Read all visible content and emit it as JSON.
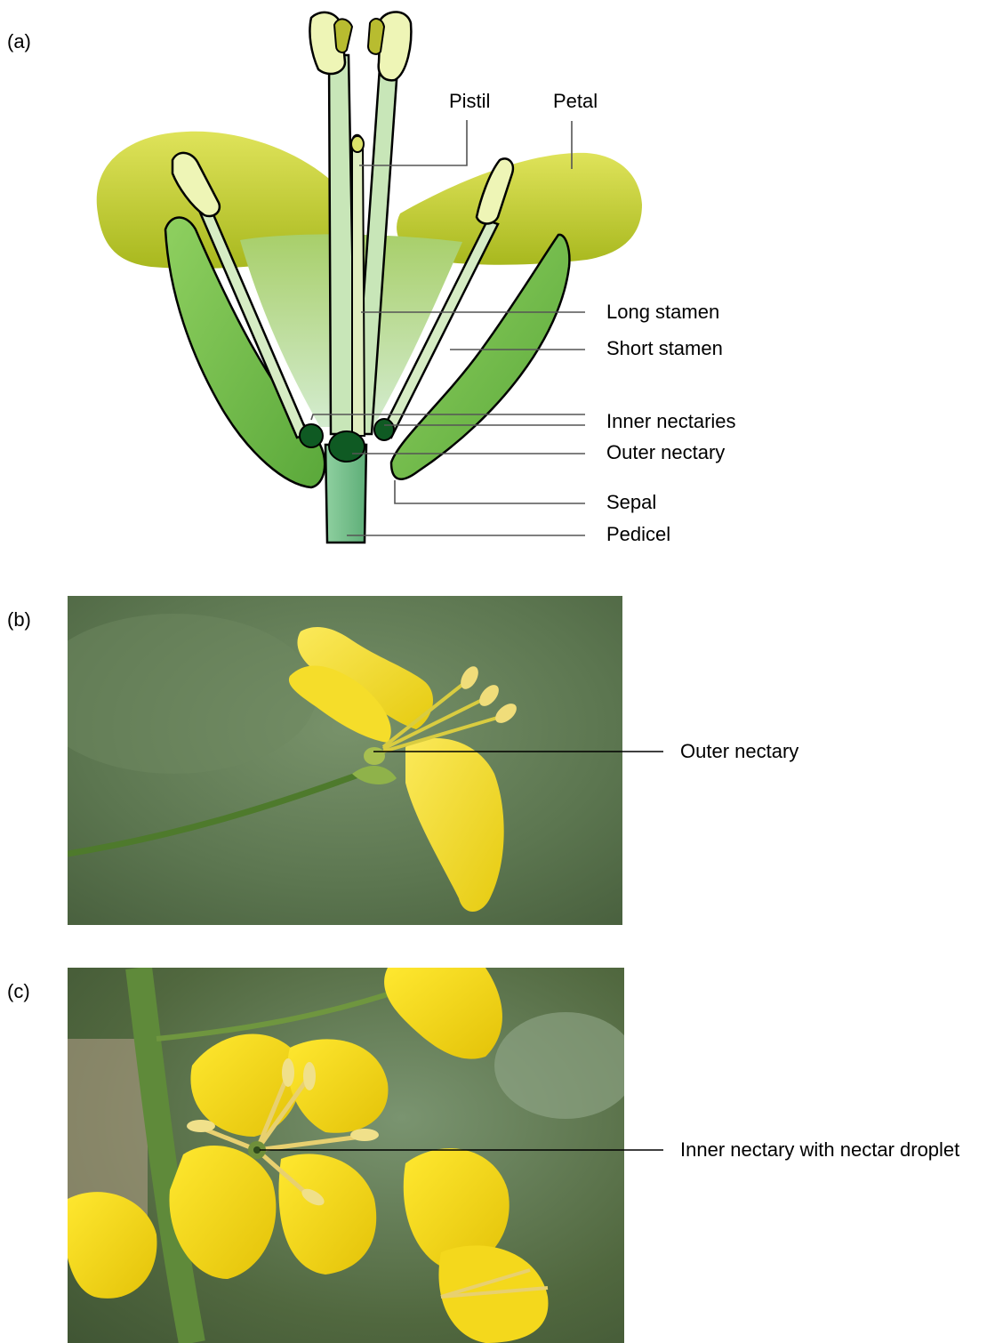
{
  "panels": {
    "a": {
      "label": "(a)",
      "callouts": {
        "pistil": "Pistil",
        "petal": "Petal",
        "long_stamen": "Long stamen",
        "short_stamen": "Short stamen",
        "inner_nectaries": "Inner nectaries",
        "outer_nectary": "Outer nectary",
        "sepal": "Sepal",
        "pedicel": "Pedicel"
      }
    },
    "b": {
      "label": "(b)",
      "callout": "Outer nectary"
    },
    "c": {
      "label": "(c)",
      "callout": "Inner nectary with nectar droplet"
    }
  },
  "colors": {
    "petal": "#c8d23a",
    "sepal": "#6cb84a",
    "stamen": "#cfe8b8",
    "nectary": "#0f5a23",
    "pedicel": "#7cc48e",
    "flower_yellow": "#f3dd1d",
    "photo_bg_b": "#5f7a4e",
    "photo_bg_c": "#4e6a42"
  }
}
